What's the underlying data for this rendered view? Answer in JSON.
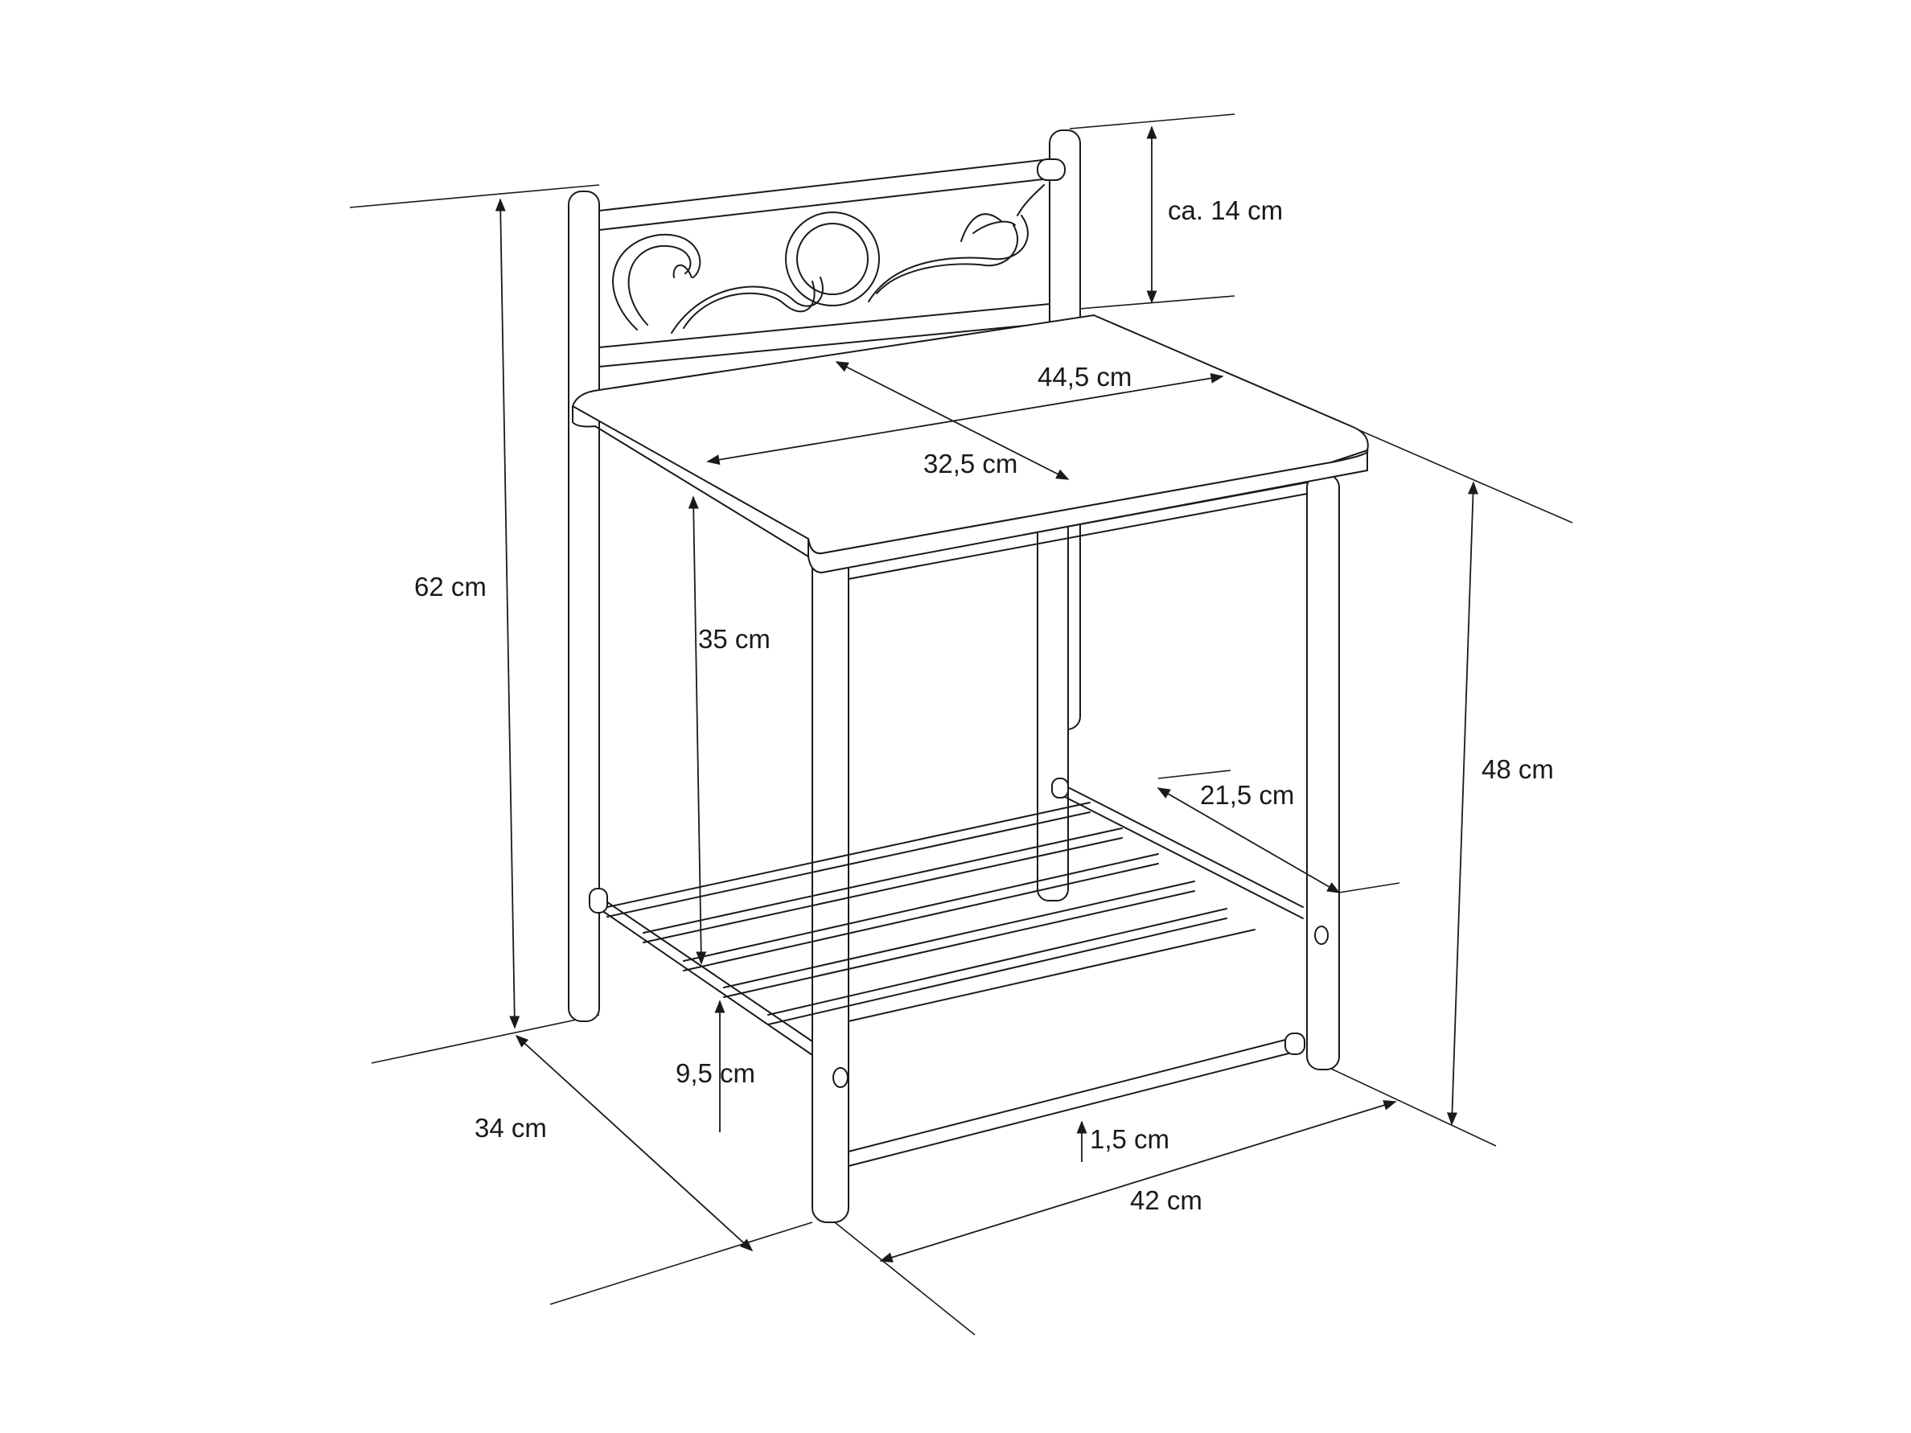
{
  "dimensions": {
    "total_height": "62 cm",
    "headboard_height": "ca. 14 cm",
    "top_width": "44,5 cm",
    "top_depth": "32,5 cm",
    "inner_height": "35 cm",
    "side_height": "48 cm",
    "shelf_depth": "21,5 cm",
    "shelf_height": "9,5 cm",
    "depth": "34 cm",
    "foot": "1,5 cm",
    "width": "42 cm"
  }
}
